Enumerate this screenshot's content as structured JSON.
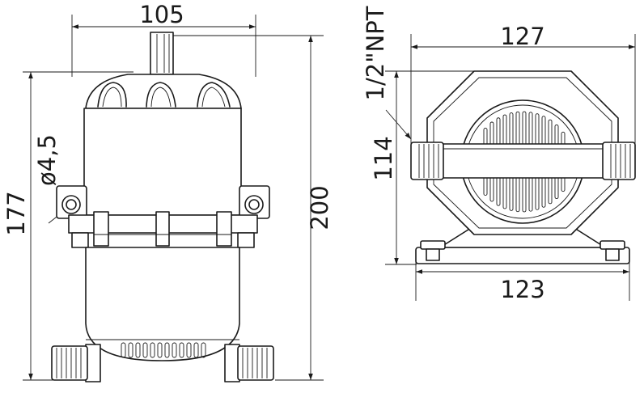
{
  "drawing": {
    "line_color": "#1a1a1a",
    "background": "#ffffff",
    "side_view": {
      "top_width": "105",
      "mount_hole": "ø4,5",
      "mount_height": "177",
      "overall_height": "200"
    },
    "front_view": {
      "overall_width": "127",
      "thread": "1/2\"NPT",
      "port_height": "114",
      "base_width": "123"
    }
  }
}
